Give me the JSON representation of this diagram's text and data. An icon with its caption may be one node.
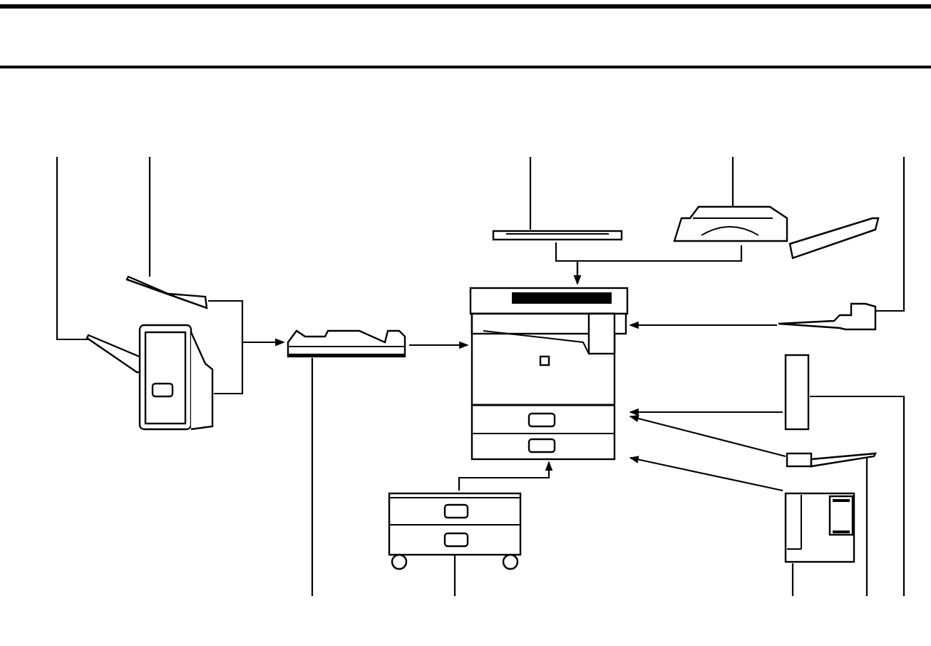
{
  "diagram": {
    "nodes": [
      {
        "text": [],
        "shape": "picture"
      },
      {
        "text": [],
        "shape": "picture"
      },
      {
        "text": [],
        "shape": "picture"
      },
      {
        "text": [],
        "shape": "picture"
      },
      {
        "text": [],
        "shape": "picture"
      },
      {
        "text": [],
        "shape": "picture"
      },
      {
        "text": [],
        "shape": "picture"
      },
      {
        "text": [],
        "shape": "box"
      },
      {
        "text": [],
        "shape": "picture"
      },
      {
        "text": [],
        "shape": "picture"
      },
      {
        "text": [],
        "shape": "picture"
      }
    ],
    "edges": [
      {
        "from": 0,
        "to": 2,
        "arrow": "to"
      },
      {
        "from": 1,
        "to": 2,
        "arrow": "to"
      },
      {
        "from": 2,
        "to": 5,
        "arrow": "to"
      },
      {
        "from": 3,
        "to": 5,
        "arrow": "to"
      },
      {
        "from": 4,
        "to": 5,
        "arrow": "to"
      },
      {
        "from": 6,
        "to": 5,
        "arrow": "to"
      },
      {
        "from": 7,
        "to": 5,
        "arrow": "to"
      },
      {
        "from": 8,
        "to": 5,
        "arrow": "to"
      },
      {
        "from": 9,
        "to": 5,
        "arrow": "to"
      },
      {
        "from": 10,
        "to": 5,
        "arrow": "to"
      },
      {
        "from": null,
        "to": 1,
        "arrow": "none"
      },
      {
        "from": null,
        "to": 0,
        "arrow": "none"
      },
      {
        "from": null,
        "to": 3,
        "arrow": "none"
      },
      {
        "from": null,
        "to": 4,
        "arrow": "none"
      },
      {
        "from": null,
        "to": 6,
        "arrow": "none"
      },
      {
        "from": null,
        "to": 2,
        "arrow": "none"
      },
      {
        "from": null,
        "to": 10,
        "arrow": "none"
      },
      {
        "from": null,
        "to": 9,
        "arrow": "none"
      },
      {
        "from": null,
        "to": 8,
        "arrow": "none"
      },
      {
        "from": null,
        "to": 7,
        "arrow": "none"
      }
    ]
  }
}
